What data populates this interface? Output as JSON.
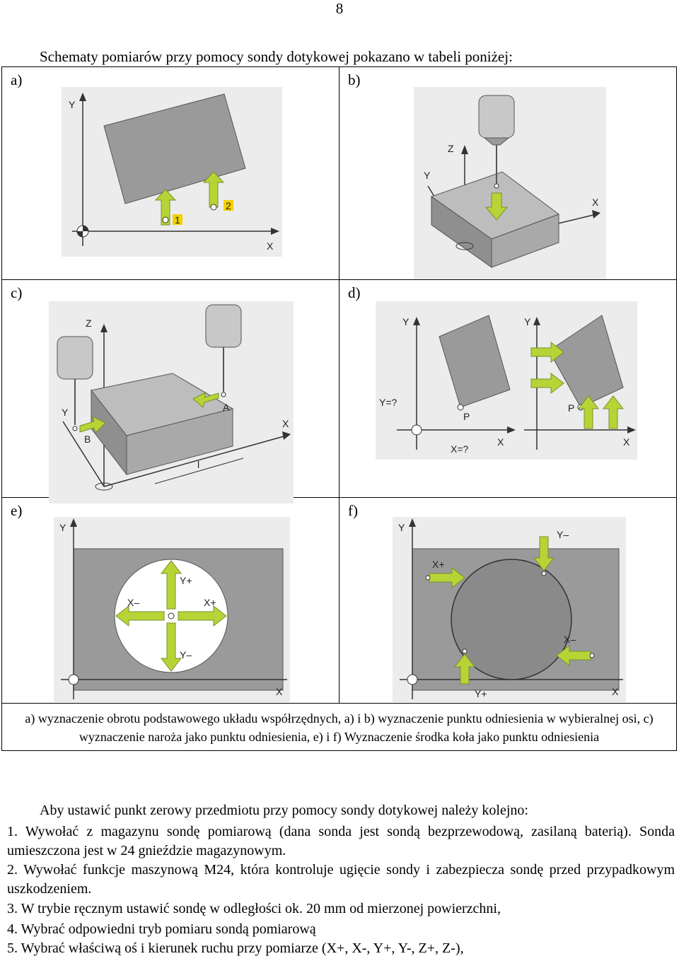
{
  "page_number": "8",
  "intro": "Schematy pomiarów przy pomocy sondy dotykowej pokazano w tabeli poniżej:",
  "cells": [
    {
      "label": "a)"
    },
    {
      "label": "b)"
    },
    {
      "label": "c)"
    },
    {
      "label": "d)"
    },
    {
      "label": "e)"
    },
    {
      "label": "f)"
    }
  ],
  "figure_text": {
    "a": {
      "y": "Y",
      "x": "X",
      "p1": "1",
      "p2": "2"
    },
    "b": {
      "z": "Z",
      "y": "Y",
      "x": "X"
    },
    "c": {
      "z": "Z",
      "y": "Y",
      "x": "X",
      "a": "A",
      "b": "B",
      "l": "l"
    },
    "d": {
      "y1": "Y",
      "y2": "Y",
      "x1": "X",
      "x2": "X",
      "yq": "Y=?",
      "xq": "X=?",
      "p1": "P",
      "p2": "P"
    },
    "e": {
      "y": "Y",
      "x": "X",
      "yp": "Y+",
      "ym": "Y–",
      "xp": "X+",
      "xm": "X–"
    },
    "f": {
      "y": "Y",
      "x": "X",
      "yp": "Y+",
      "ym": "Y–",
      "xp": "X+",
      "xm": "X–"
    }
  },
  "caption": "a) wyznaczenie obrotu podstawowego układu współrzędnych, a) i b) wyznaczenie punktu odniesienia w wybieralnej osi, c) wyznaczenie naroża jako punktu odniesienia, e) i f) Wyznaczenie środka koła jako punktu odniesienia",
  "lead": "Aby ustawić punkt zerowy przedmiotu przy pomocy sondy dotykowej należy kolejno:",
  "steps": [
    "1. Wywołać z magazynu sondę pomiarową (dana sonda jest sondą bezprzewodową, zasilaną baterią). Sonda umieszczona jest w 24 gnieździe magazynowym.",
    "2. Wywołać funkcje maszynową M24, która kontroluje ugięcie sondy i zabezpiecza sondę przed przypadkowym uszkodzeniem.",
    "3. W trybie ręcznym ustawić sondę w odległości ok. 20 mm od mierzonej powierzchni,",
    "4. Wybrać odpowiedni tryb pomiaru sondą pomiarową",
    "5. Wybrać właściwą oś i kierunek ruchu przy pomiarze (X+, X-, Y+, Y-, Z+, Z-),"
  ],
  "colors": {
    "arrow_green": "#b7d437",
    "panel_bg": "#ececec",
    "block_gray": "#9a9a9a"
  }
}
